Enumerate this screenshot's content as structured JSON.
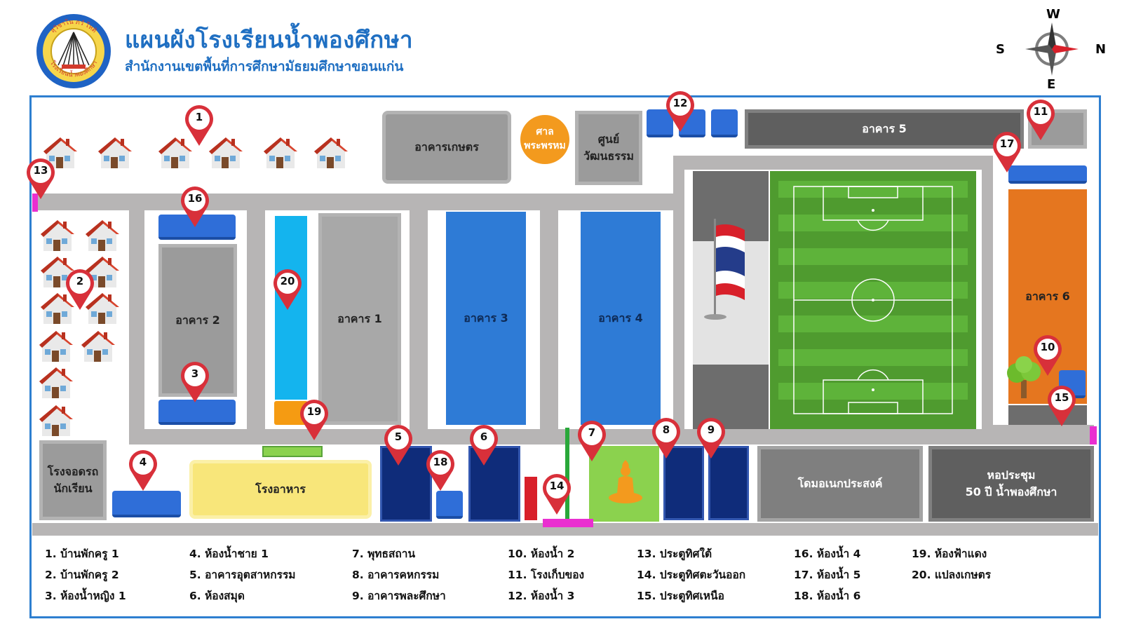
{
  "header": {
    "title": "แผนผังโรงเรียนน้ำพองศึกษา",
    "subtitle": "สำนักงานเขตพื้นที่การศึกษามัธยมศึกษาขอนแก่น",
    "logo_text_top": "สุวิชาโน ภวํ โหติ",
    "logo_text_bottom": "โรงเรียนน้ำพองศึกษา"
  },
  "compass": {
    "north": "N",
    "south": "S",
    "east": "E",
    "west": "W"
  },
  "buildings": {
    "b1": "อาคาร 1",
    "b2": "อาคาร 2",
    "b3": "อาคาร 3",
    "b4": "อาคาร 4",
    "b5": "อาคาร 5",
    "b6": "อาคาร 6",
    "agri": "อาคารเกษตร",
    "shrine": "ศาล\nพระพรหม",
    "culture": "ศูนย์\nวัฒนธรรม",
    "canteen": "โรงอาหาร",
    "parking": "โรงจอดรถ\nนักเรียน",
    "dome": "โดมอเนกประสงค์",
    "hall": "หอประชุม\n50 ปี น้ำพองศึกษา"
  },
  "pins": [
    "1",
    "2",
    "3",
    "4",
    "5",
    "6",
    "7",
    "8",
    "9",
    "10",
    "11",
    "12",
    "13",
    "14",
    "15",
    "16",
    "17",
    "18",
    "19",
    "20"
  ],
  "legend": [
    [
      "1. บ้านพักครู 1",
      "2. บ้านพักครู 2",
      "3. ห้องน้ำหญิง 1"
    ],
    [
      "4. ห้องน้ำชาย 1",
      "5. อาคารอุตสาหกรรม",
      "6. ห้องสมุด"
    ],
    [
      "7. พุทธสถาน",
      "8. อาคารคหกรรม",
      "9. อาคารพละศึกษา"
    ],
    [
      "10. ห้องน้ำ 2",
      "11. โรงเก็บของ",
      "12. ห้องน้ำ 3"
    ],
    [
      "13. ประตูทิศใต้",
      "14. ประตูทิศตะวันออก",
      "15. ประตูทิศเหนือ"
    ],
    [
      "16. ห้องน้ำ 4",
      "17. ห้องน้ำ 5",
      "18. ห้องน้ำ 6"
    ],
    [
      "19. ห้องฟ้าแดง",
      "20. แปลงเกษตร"
    ]
  ],
  "colors": {
    "accent": "#1f6fc2",
    "pin": "#d8303a",
    "field": "#5aa53a",
    "building_blue": "#2e7bd6",
    "navy": "#0f2c7a",
    "gate": "#ea2fd0"
  },
  "icons": {
    "house": "house-icon",
    "flag": "thai-flag-icon",
    "buddha": "buddha-icon",
    "tree": "tree-icon",
    "compass": "compass-icon",
    "logo": "school-logo-icon"
  }
}
